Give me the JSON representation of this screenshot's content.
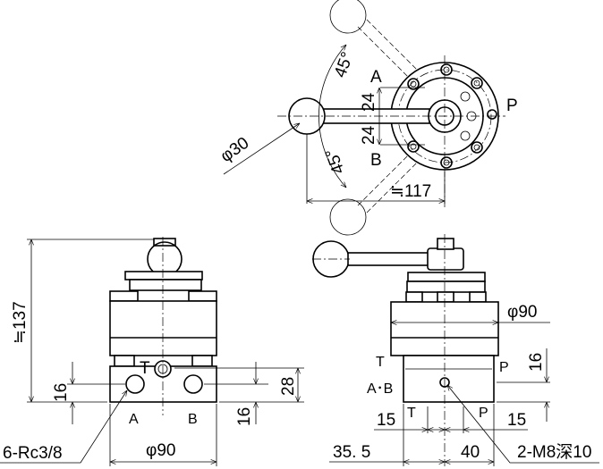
{
  "top_view": {
    "angle_upper": "45°",
    "angle_lower": "45°",
    "port_a": "A",
    "port_b": "B",
    "port_p": "P",
    "offset_upper": "24",
    "offset_lower": "24",
    "ball_diameter": "φ30",
    "handle_length": "≒117"
  },
  "front_view": {
    "height": "≒137",
    "port_t": "T",
    "port_a": "A",
    "port_b": "B",
    "dim_16_left": "16",
    "dim_28": "28",
    "dim_16_right": "16",
    "diameter": "φ90",
    "thread_note": "6-Rc3/8"
  },
  "side_view": {
    "diameter": "φ90",
    "port_t": "T",
    "port_ab": "A･B",
    "port_p": "P",
    "dim_16": "16",
    "dim_15_left": "15",
    "port_t_bottom": "T",
    "port_p_bottom": "P",
    "dim_15_right": "15",
    "dim_35_5": "35. 5",
    "dim_40": "40",
    "mount_note": "2-M8深10"
  }
}
